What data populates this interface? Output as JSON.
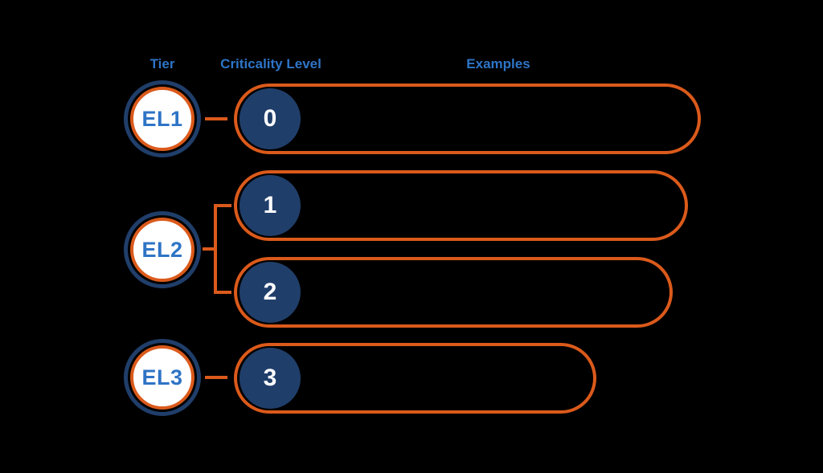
{
  "columns": {
    "tier": "Tier",
    "criticality_level": "Criticality Level",
    "examples": "Examples"
  },
  "tiers": [
    {
      "label": "EL1",
      "criticality_levels": [
        "0"
      ]
    },
    {
      "label": "EL2",
      "criticality_levels": [
        "1",
        "2"
      ]
    },
    {
      "label": "EL3",
      "criticality_levels": [
        "3"
      ]
    }
  ],
  "levels": [
    {
      "value": "0"
    },
    {
      "value": "1"
    },
    {
      "value": "2"
    },
    {
      "value": "3"
    }
  ],
  "examples_pills": [
    {
      "text": ""
    },
    {
      "text": ""
    },
    {
      "text": ""
    },
    {
      "text": ""
    }
  ],
  "colors": {
    "navy": "#203E6A",
    "orange": "#DB5A1B",
    "blue": "#2E74C6",
    "white": "#FFFFFF",
    "background": "#000000"
  }
}
